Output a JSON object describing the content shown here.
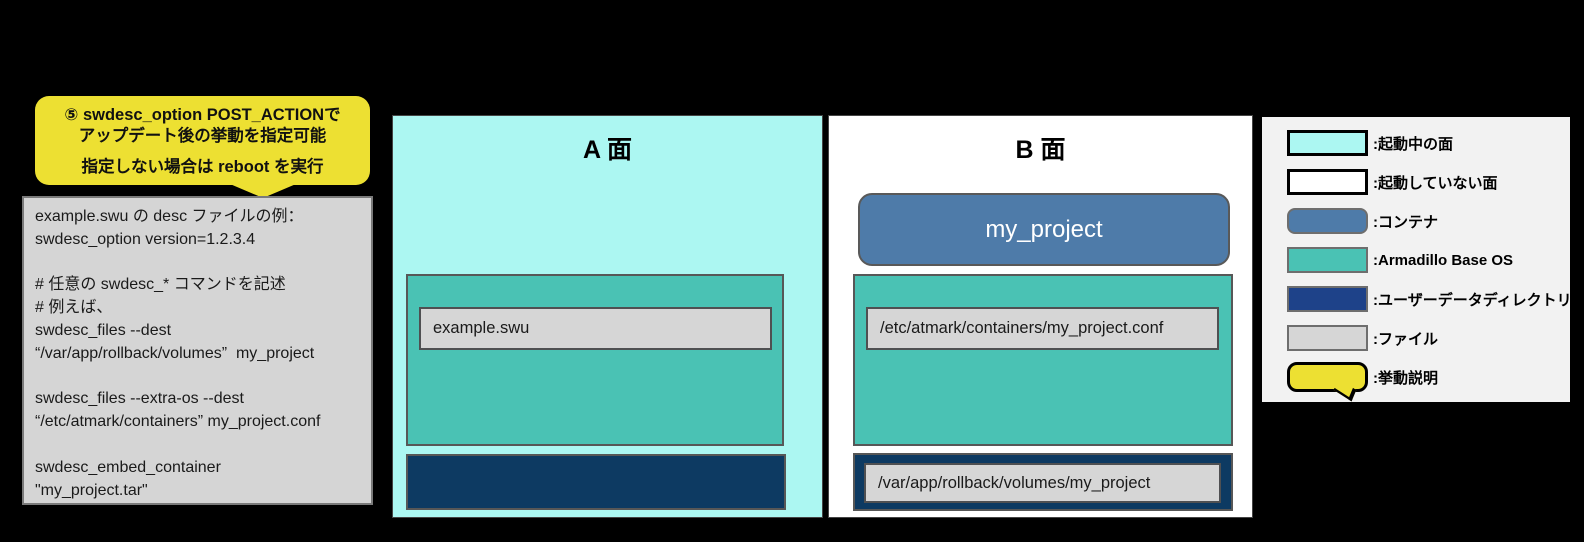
{
  "callout": {
    "line1": "⑤ swdesc_option POST_ACTIONで",
    "line2": "アップデート後の挙動を指定可能",
    "line3": "指定しない場合は reboot を実行"
  },
  "code_box": {
    "lines": [
      "example.swu の desc ファイルの例：",
      "swdesc_option version=1.2.3.4",
      "",
      "# 任意の swdesc_* コマンドを記述",
      "# 例えば、",
      "swdesc_files --dest",
      "“/var/app/rollback/volumes”  my_project",
      "",
      "swdesc_files --extra-os --dest",
      "“/etc/atmark/containers” my_project.conf",
      "",
      "swdesc_embed_container",
      "\"my_project.tar\""
    ]
  },
  "panel_a": {
    "title": "A 面",
    "file_label": "example.swu"
  },
  "panel_b": {
    "title": "B 面",
    "container_label": "my_project",
    "os_file_label": "/etc/atmark/containers/my_project.conf",
    "userdata_file_label": "/var/app/rollback/volumes/my_project"
  },
  "legend": {
    "items": [
      {
        "swatch": "active-side",
        "label": ":起動中の面"
      },
      {
        "swatch": "inactive-side",
        "label": ":起動していない面"
      },
      {
        "swatch": "container",
        "label": ":コンテナ"
      },
      {
        "swatch": "base-os",
        "label": ":Armadillo Base OS"
      },
      {
        "swatch": "user-data",
        "label": ":ユーザーデータディレクトリ"
      },
      {
        "swatch": "file",
        "label": ":ファイル"
      },
      {
        "swatch": "behavior",
        "label": ":挙動説明"
      }
    ]
  },
  "colors": {
    "background": "#000000",
    "active_side": "#ACF7F2",
    "inactive_side": "#FFFFFF",
    "container": "#4E7BA9",
    "base_os": "#4AC2B4",
    "user_data": "#0D3A62",
    "user_data_legend": "#1E4289",
    "file": "#D6D6D6",
    "behavior": "#EDE032",
    "code_box": "#D5D5D5",
    "legend_bg": "#F2F2F2"
  }
}
